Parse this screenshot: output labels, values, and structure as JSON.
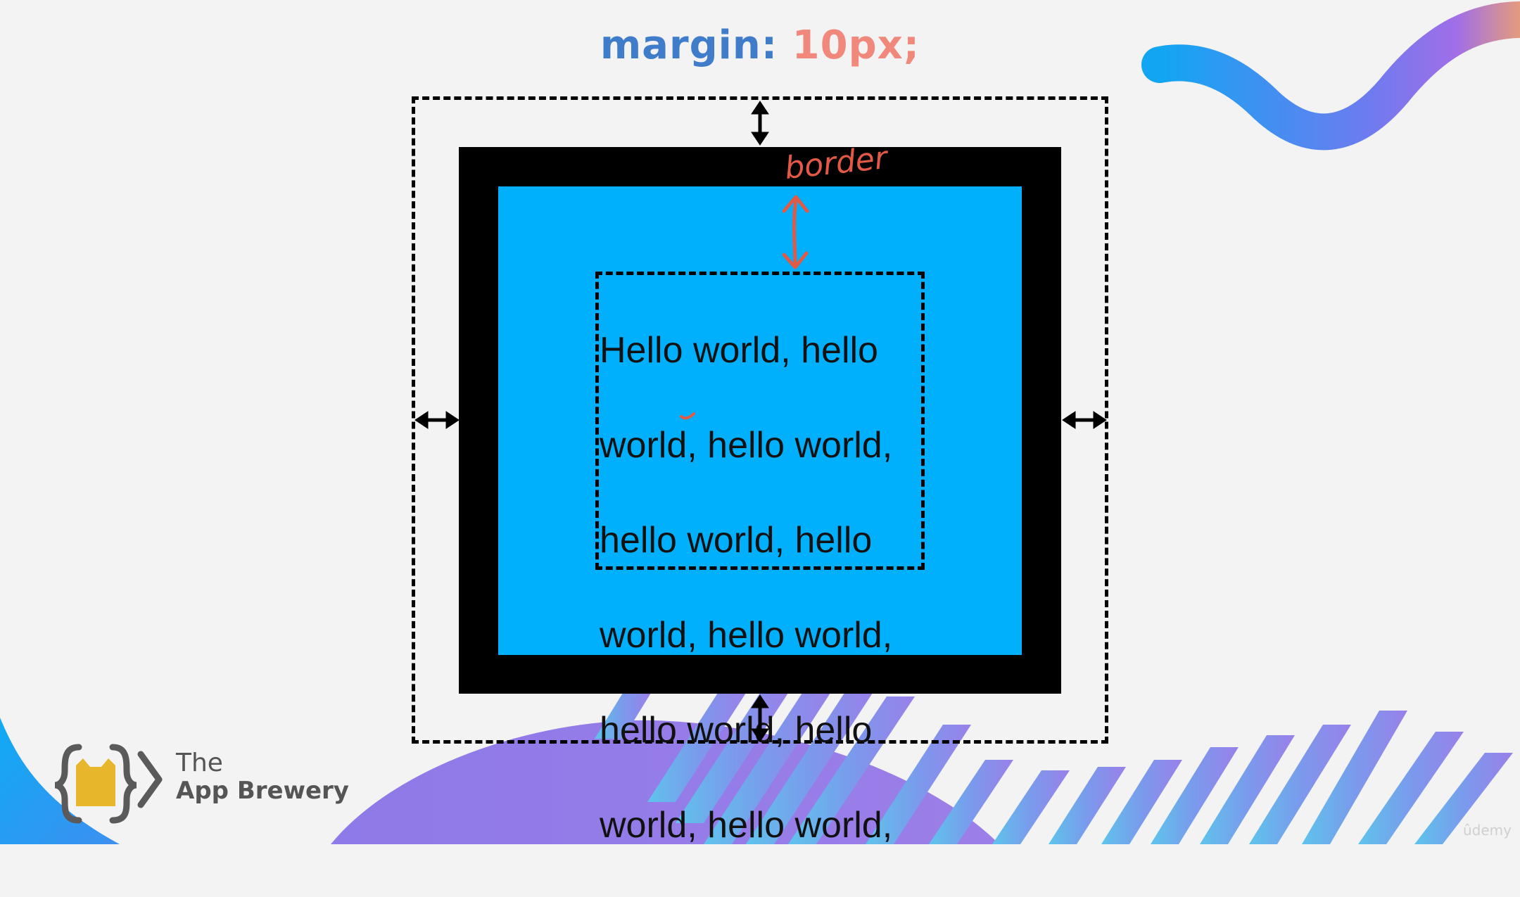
{
  "title": {
    "property": "margin:",
    "value": "10px;"
  },
  "annotation": {
    "label": "border",
    "color": "#e25a45"
  },
  "content_lines": [
    "Hello world, hello",
    "world, hello world,",
    "hello world, hello",
    "world, hello world,",
    "hello world, hello",
    "world, hello world,"
  ],
  "logo": {
    "the": "The",
    "name": "App Brewery"
  },
  "watermark": "ûdemy",
  "colors": {
    "padding": "#00b0fc",
    "border": "#000000",
    "title_keyword": "#3f7cc9",
    "title_value": "#f0897b",
    "logo_yellow": "#e8b62a",
    "decor_purple": "#9a7be8",
    "decor_blue": "#2fb4f0"
  }
}
